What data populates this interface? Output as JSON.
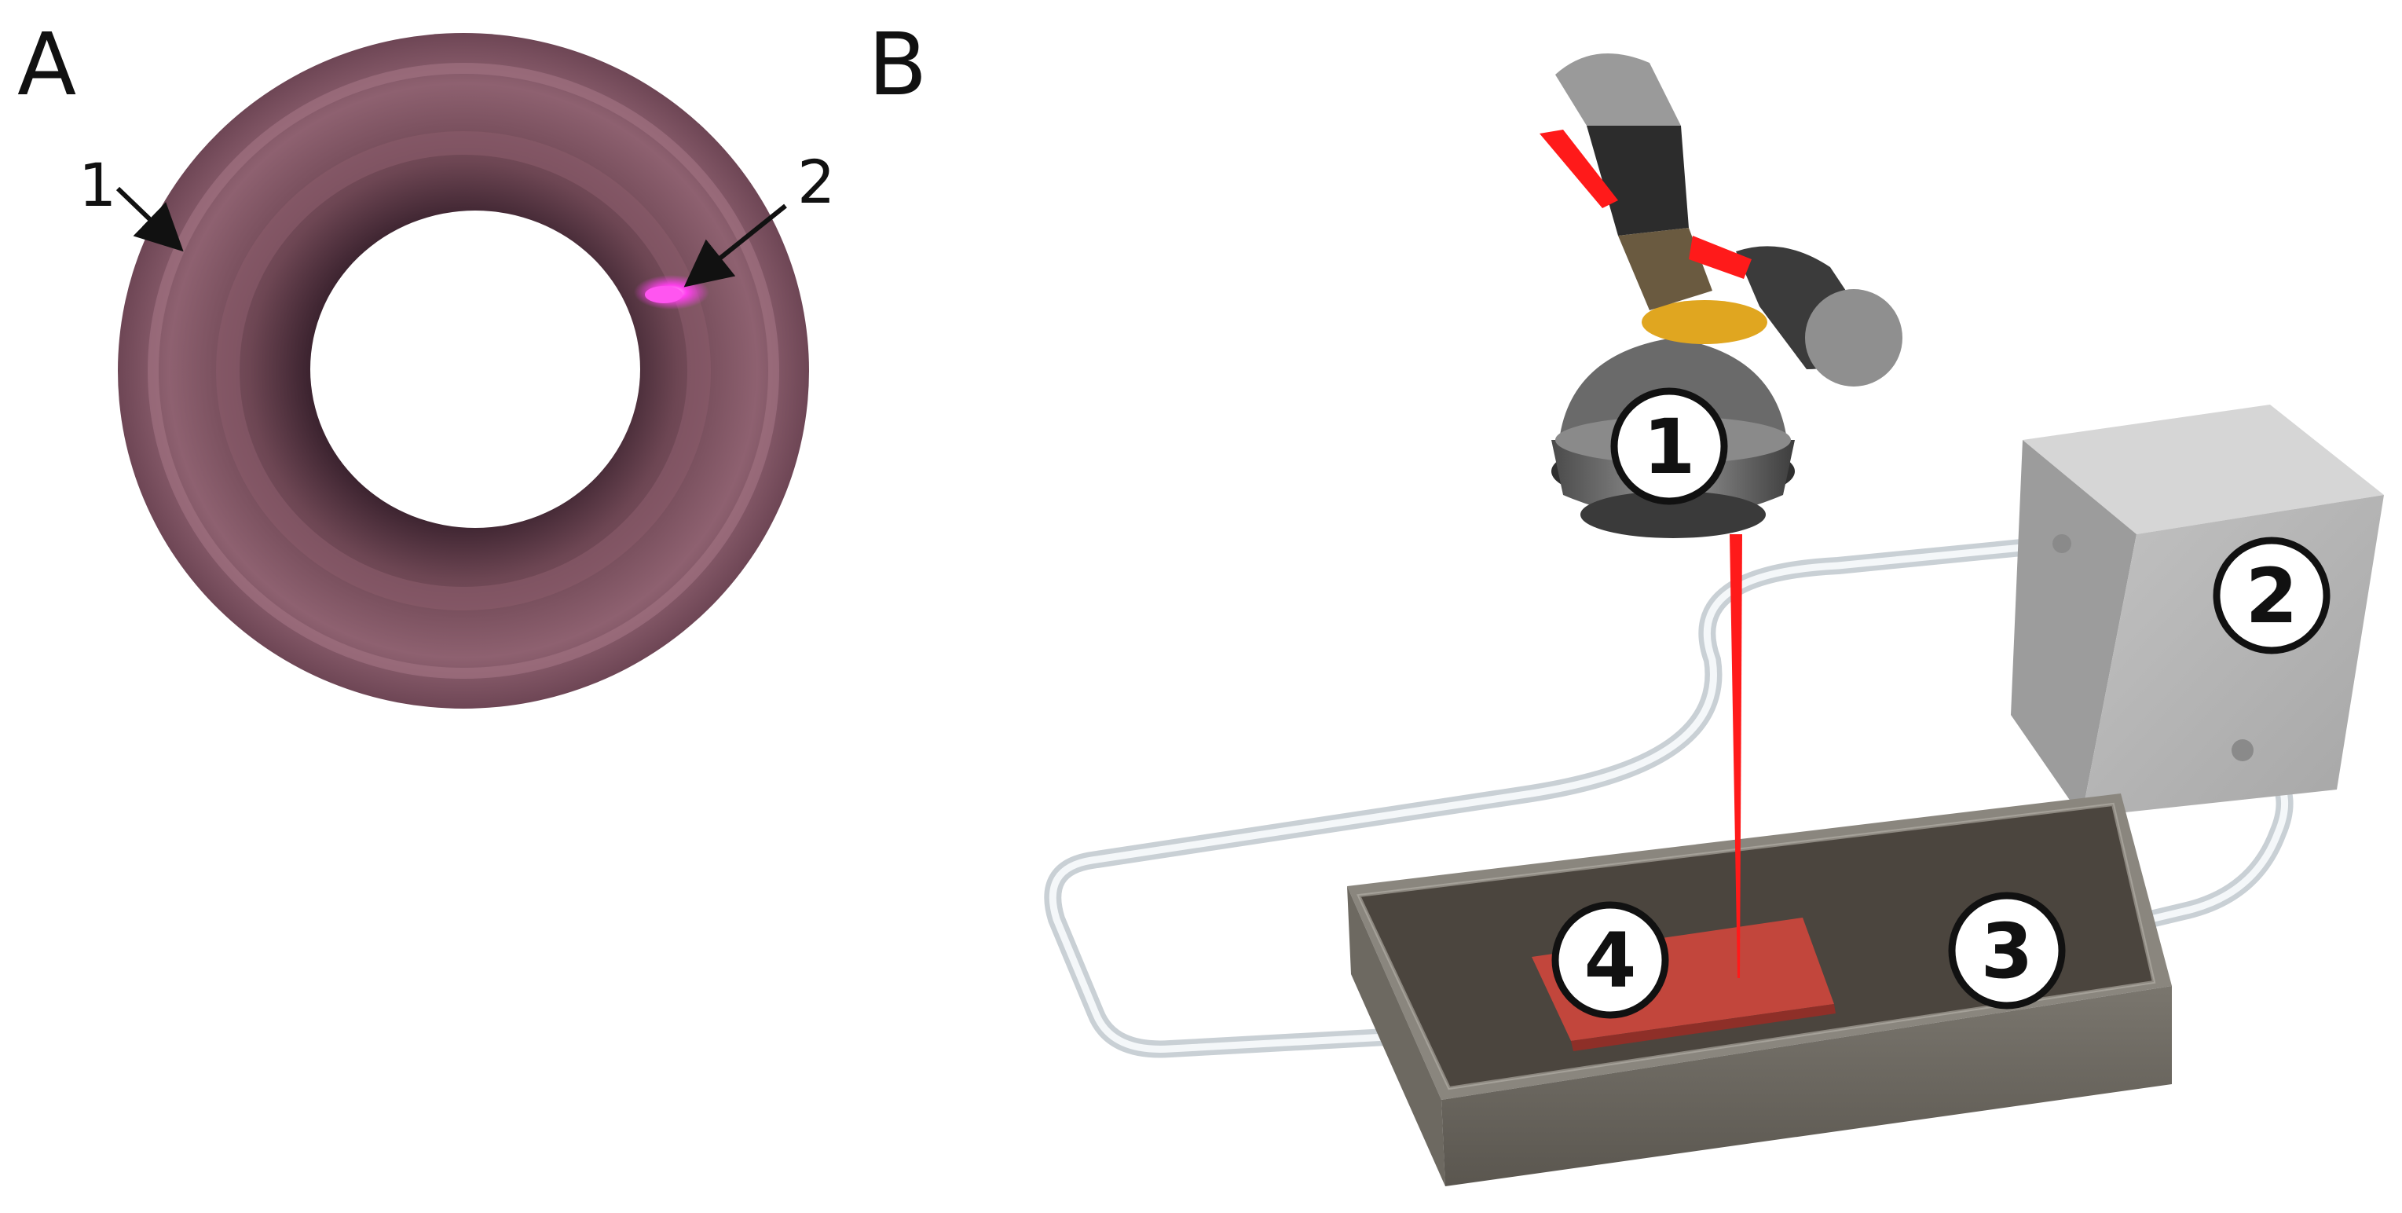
{
  "panels": {
    "a": {
      "letter": "A",
      "callouts": [
        {
          "label": "1"
        },
        {
          "label": "2"
        }
      ]
    },
    "b": {
      "letter": "B",
      "badges": [
        {
          "label": "1"
        },
        {
          "label": "2"
        },
        {
          "label": "3"
        },
        {
          "label": "4"
        }
      ]
    }
  },
  "colors": {
    "ring_outer": "#8c5f6b",
    "ring_inner": "#5a3642",
    "glow": "#ff3cf0",
    "laser": "#ff1010",
    "box": "#b5b5b5",
    "tray": "#6a665e",
    "liquid": "#4a443d",
    "sample": "#c4433a",
    "tube": "#d6dde2"
  }
}
